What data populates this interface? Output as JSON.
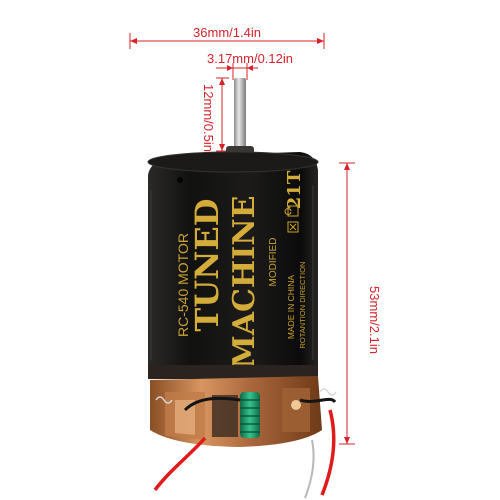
{
  "dimensions": {
    "width": "36mm/1.4in",
    "shaft_diameter": "3.17mm/0.12in",
    "shaft_length": "12mm/0.5in",
    "height": "53mm/2.1in"
  },
  "motor_label": {
    "line1": "RC-540 MOTOR",
    "line2": "TUNED",
    "line3": "MACHINE",
    "line4": "MODIFIED",
    "made_in": "MADE IN CHINA",
    "rotation": "ROTANTION DIRECTION",
    "turns": "21T"
  },
  "colors": {
    "dimension_lines": "#d6232a",
    "motor_can": "#161514",
    "label_gold": "#c9a233",
    "endbell": "#b8743f",
    "heatsink": "#1f9c6e",
    "wire": "#e01b1b"
  }
}
